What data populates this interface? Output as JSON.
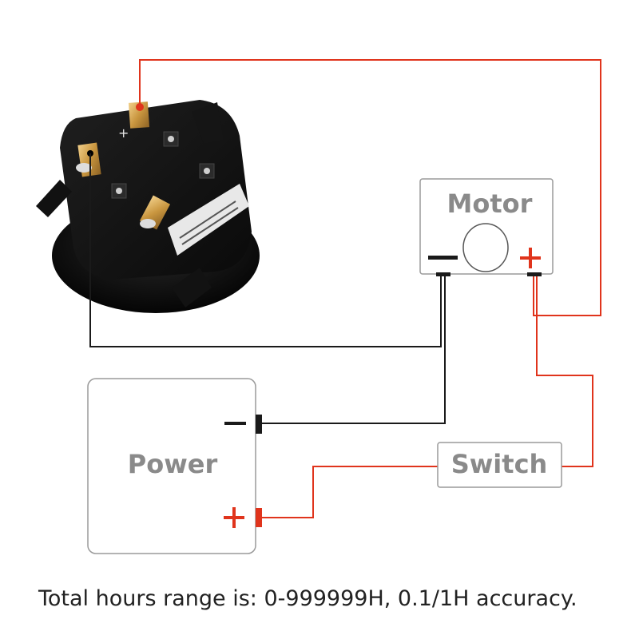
{
  "labels": {
    "motor": "Motor",
    "power": "Power",
    "switch": "Switch",
    "plus": "+",
    "minus": "−",
    "meter_plus": "+"
  },
  "caption": "Total hours range is: 0-999999H, 0.1/1H accuracy.",
  "colors": {
    "wire_red": "#e0341c",
    "wire_black": "#1a1a1a",
    "box_border": "#9a9a9a",
    "label_gray": "#8a8a8a",
    "caption_text": "#222222"
  }
}
